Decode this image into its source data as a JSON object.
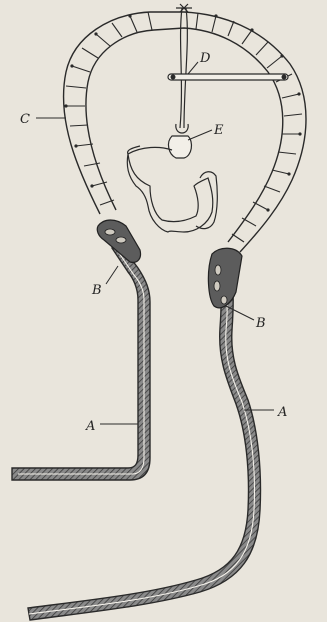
{
  "labels": {
    "a_left": "A",
    "a_right": "A",
    "b_left": "B",
    "b_right": "B",
    "c_left": "C",
    "d": "D",
    "e": "E"
  },
  "colors": {
    "background": "#e9e5dc",
    "ink": "#2a2a2a",
    "tube_fill": "#6e6e6e"
  }
}
